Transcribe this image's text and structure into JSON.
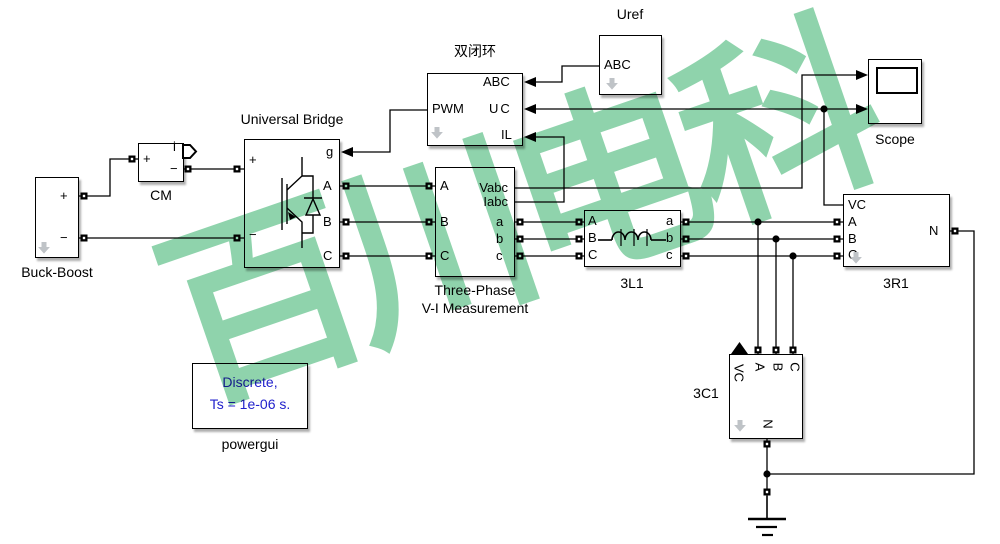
{
  "watermark": {
    "text": "百川电科",
    "color": "#7bcc9e"
  },
  "palette": {
    "wire": "#000000",
    "block_border": "#000000",
    "powergui_text": "#2121cc",
    "mask_arrow": "#bfc3c7"
  },
  "blocks": {
    "buck_boost": {
      "name": "Buck-Boost",
      "plus": "+",
      "minus": "−"
    },
    "cm": {
      "name": "CM",
      "plus": "+",
      "minus": "−",
      "i": "i"
    },
    "universal_bridge": {
      "name": "Universal Bridge",
      "g": "g",
      "A": "A",
      "B": "B",
      "C": "C",
      "plus": "+",
      "minus": "−"
    },
    "dual_loop": {
      "name": "双闭环",
      "pwm": "PWM",
      "abc": "ABC",
      "uc": "UC",
      "il": "IL"
    },
    "uref": {
      "name": "Uref",
      "abc": "ABC"
    },
    "scope": {
      "name": "Scope"
    },
    "vi_measurement": {
      "name_line1": "Three-Phase",
      "name_line2": "V-I Measurement",
      "A": "A",
      "B": "B",
      "C": "C",
      "vabc": "Vabc",
      "iabc": "Iabc",
      "a": "a",
      "b": "b",
      "c": "c"
    },
    "l3_1": {
      "name": "3L1",
      "A": "A",
      "B": "B",
      "C": "C",
      "a": "a",
      "b": "b",
      "c": "c"
    },
    "r3_1": {
      "name": "3R1",
      "vc": "VC",
      "A": "A",
      "B": "B",
      "C": "C",
      "n": "N"
    },
    "c3_1": {
      "name": "3C1",
      "vc": "VC",
      "A": "A",
      "B": "B",
      "C": "C",
      "n": "N"
    },
    "powergui": {
      "name": "powergui",
      "line1": "Discrete,",
      "line2": "Ts = 1e-06 s."
    }
  }
}
